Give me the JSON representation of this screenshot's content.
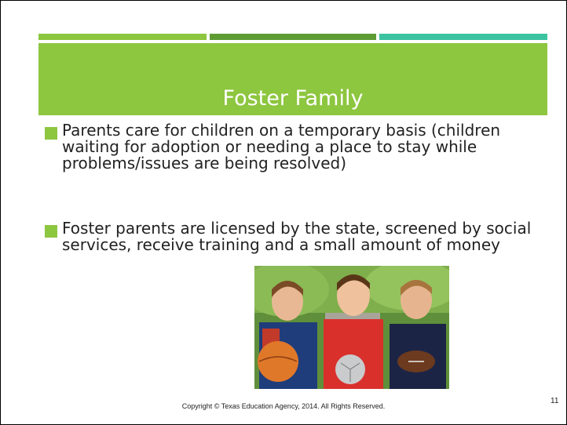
{
  "slide": {
    "title": "Foster Family",
    "bullets": [
      "Parents care for children on a temporary basis (children waiting for adoption or needing a place to stay while problems/issues are being resolved)",
      "Foster parents are licensed by the state, screened by social services, receive training and a small amount of money"
    ],
    "footer": "Copyright © Texas Education Agency, 2014. All Rights Reserved.",
    "page_number": "11"
  },
  "colors": {
    "title_band": "#8dc63f",
    "stripe_1": "#8dc63f",
    "stripe_2": "#5e9c33",
    "stripe_3": "#3cc3a0"
  }
}
